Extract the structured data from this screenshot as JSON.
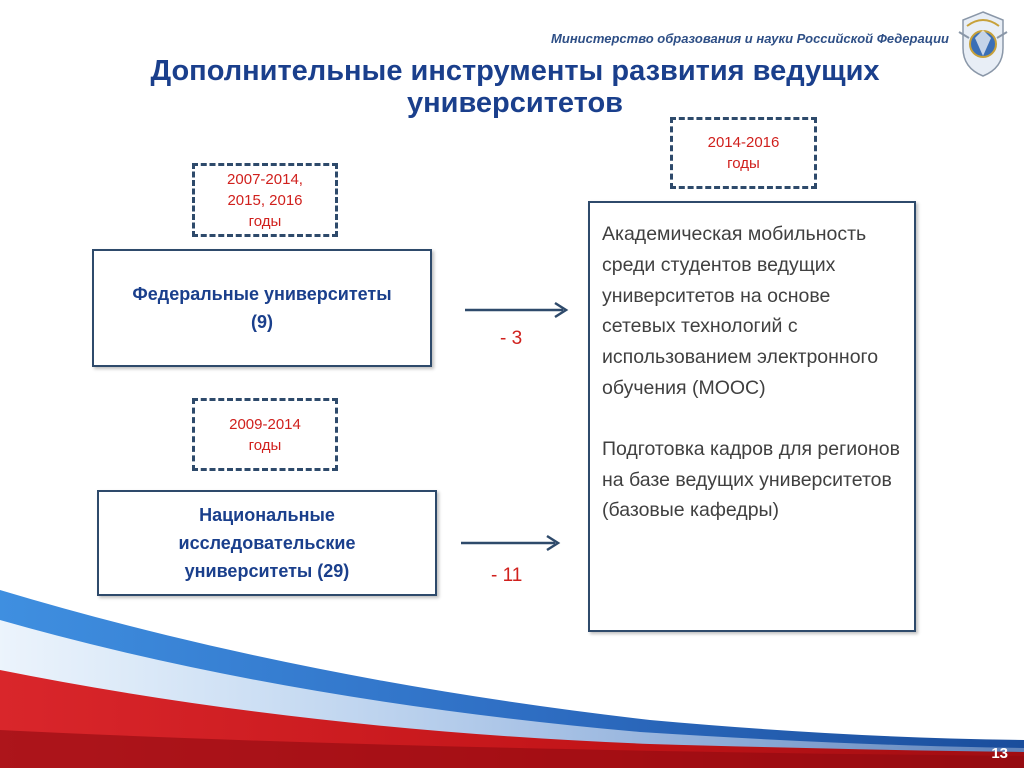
{
  "header": {
    "ministry": "Министерство образования и науки Российской Федерации",
    "title": "Дополнительные инструменты развития ведущих университетов"
  },
  "periods": {
    "federal": {
      "line1": "2007-2014,",
      "line2": "2015, 2016",
      "unit": "годы"
    },
    "national": {
      "line1": "2009-2014",
      "unit": "годы"
    },
    "tools": {
      "line1": "2014-2016",
      "unit": "годы"
    }
  },
  "groups": {
    "federal": {
      "line1": "Федеральные университеты",
      "line2": "(9)"
    },
    "national": {
      "line1": "Национальные",
      "line2": "исследовательские",
      "line3": "университеты (29)"
    }
  },
  "deltas": {
    "federal": "- 3",
    "national": "- 11"
  },
  "tools": {
    "item1": "Академическая мобильность среди студентов ведущих университетов на основе сетевых технологий с использованием электронного обучения (МООС)",
    "item2": "Подготовка кадров для регионов на базе ведущих университетов (базовые кафедры)"
  },
  "footer": {
    "page": "13"
  },
  "colors": {
    "title": "#1a3f8c",
    "accent_red": "#d0201d",
    "frame": "#2e4a6b",
    "blue_wave": "#3a86d6",
    "red_wave": "#c8171c"
  }
}
